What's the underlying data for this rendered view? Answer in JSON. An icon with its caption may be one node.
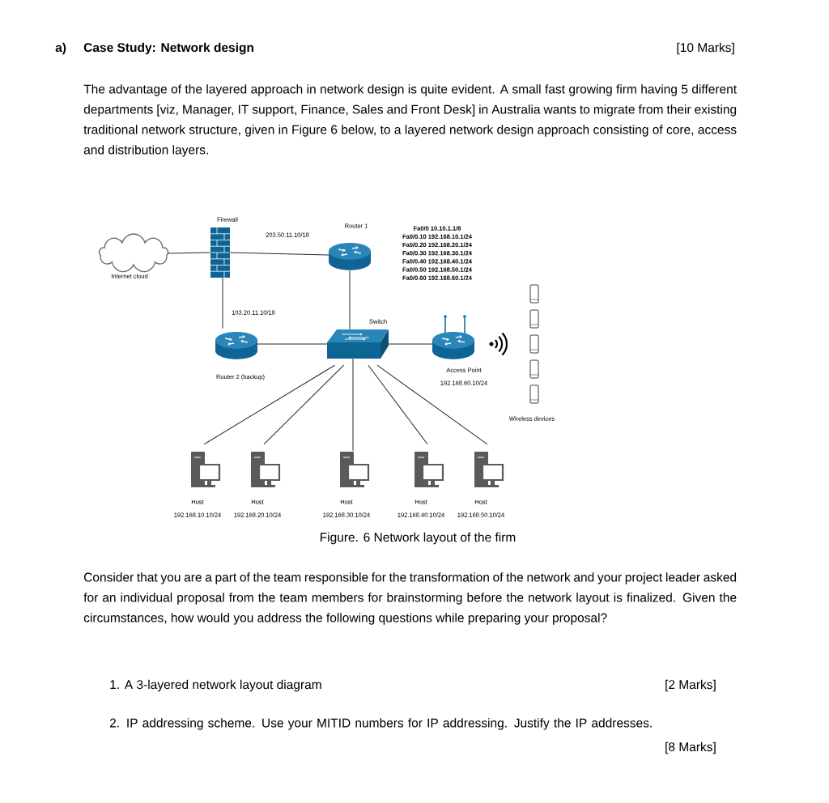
{
  "diagram": {
    "title": "Case Study: Network design",
    "caption": "Figure. 6 Network layout of the firm",
    "nodes": [
      {
        "text": [
          "Internet cloud"
        ]
      },
      {
        "text": [
          "Firewall"
        ]
      },
      {
        "text": [
          "Router 1"
        ],
        "beside": [
          "Fa0/0 10.10.1.1/8",
          "Fa0/0.10 192.168.10.1/24",
          "Fa0/0.20 192.168.20.1/24",
          "Fa0/0.30 192.168.30.1/24",
          "Fa0/0.40 192.168.40.1/24",
          "Fa0/0.50 192.168.50.1/24",
          "Fa0/0.60 192.168.60.1/24"
        ]
      },
      {
        "text": [
          "Router 2 (backup)"
        ]
      },
      {
        "text": [
          "Switch"
        ]
      },
      {
        "text": [
          "Access Point",
          "192.168.60.10/24"
        ]
      },
      {
        "text": [
          "Host",
          "192.168.10.10/24"
        ]
      },
      {
        "text": [
          "Host",
          "192.168.20.10/24"
        ]
      },
      {
        "text": [
          "Host",
          "192.168.30.10/24"
        ]
      },
      {
        "text": [
          "Host",
          "192.168.40.10/24"
        ]
      },
      {
        "text": [
          "Host",
          "192.168.50.10/24"
        ]
      },
      {
        "text": [
          "Wireless devices"
        ]
      }
    ],
    "edges": [
      {
        "from": 0,
        "to": 1,
        "arrow": "none"
      },
      {
        "from": 1,
        "to": 2,
        "arrow": "none",
        "label": "203.50.11.10/18"
      },
      {
        "from": 1,
        "to": 3,
        "arrow": "none",
        "label": "103.20.11.10/18"
      },
      {
        "from": 2,
        "to": 4,
        "arrow": "none"
      },
      {
        "from": 3,
        "to": 4,
        "arrow": "none"
      },
      {
        "from": 4,
        "to": 5,
        "arrow": "none"
      },
      {
        "from": 4,
        "to": 6,
        "arrow": "none"
      },
      {
        "from": 4,
        "to": 7,
        "arrow": "none"
      },
      {
        "from": 4,
        "to": 8,
        "arrow": "none"
      },
      {
        "from": 4,
        "to": 9,
        "arrow": "none"
      },
      {
        "from": 4,
        "to": 10,
        "arrow": "none"
      }
    ],
    "labels": [
      "a)",
      "[10 Marks]",
      "The advantage of the layered approach in network design is quite evident. A small fast growing firm having 5 different departments [viz, Manager, IT support, Finance, Sales and Front Desk] in Australia wants to migrate from their existing traditional network structure, given in Figure 6 below, to a layered network design approach consisting of core, access and distribution layers.",
      "Consider that you are a part of the team responsible for the transformation of the network and your project leader asked for an individual proposal from the team members for brainstorming before the network layout is finalized. Given the circumstances, how would you address the following questions while preparing your proposal?",
      "1. A 3-layered network layout diagram",
      "[2 Marks]",
      "2. IP addressing scheme. Use your MITID numbers for IP addressing. Justify the IP addresses.",
      "[8 Marks]"
    ]
  }
}
